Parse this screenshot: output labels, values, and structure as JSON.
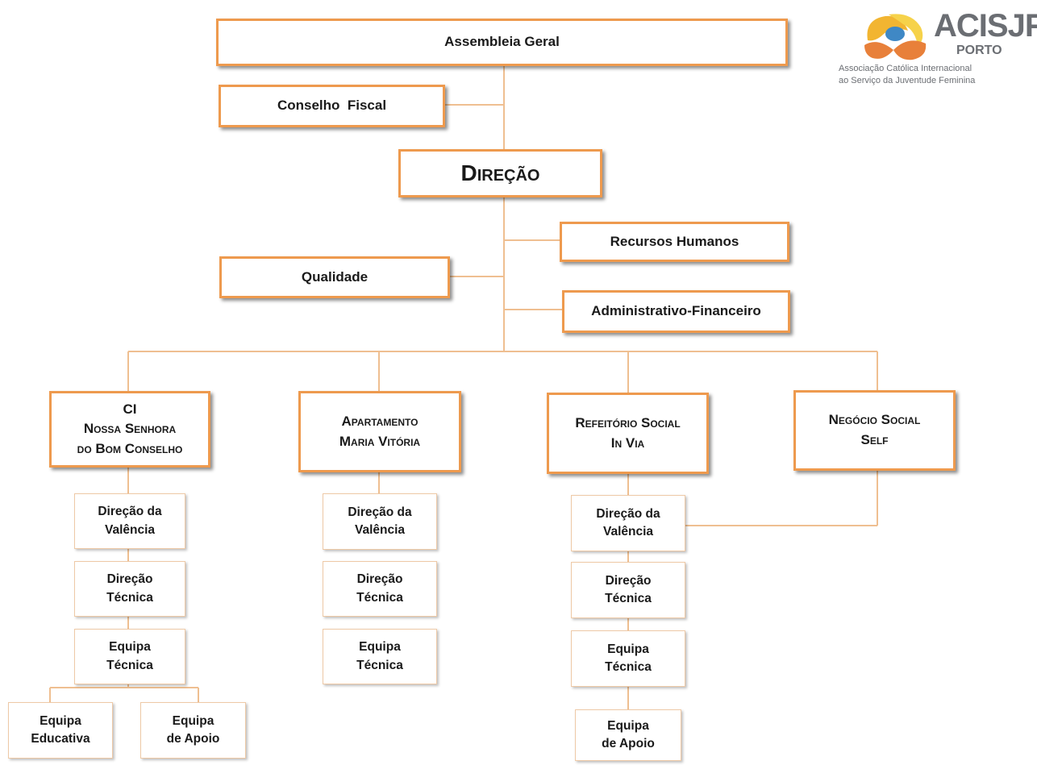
{
  "logo": {
    "name": "ACISJF",
    "city": "PORTO",
    "tagline1": "Associação Católica Internacional",
    "tagline2": "ao Serviço da Juventude Feminina"
  },
  "org": {
    "assembleia": "Assembleia Geral",
    "conselho": "Conselho  Fiscal",
    "direcao": "Direção",
    "rh": "Recursos Humanos",
    "qualidade": "Qualidade",
    "admin": "Administrativo-Financeiro"
  },
  "units": {
    "ci": {
      "line1": "CI",
      "line2": "Nossa Senhora",
      "line3": "do Bom Conselho"
    },
    "apartamento": {
      "line1": "Apartamento",
      "line2": "Maria Vitória"
    },
    "refeitorio": {
      "line1": "Refeitório Social",
      "line2": "In Via"
    },
    "negocio": {
      "line1": "Negócio Social",
      "line2": "Self"
    }
  },
  "sub": {
    "direcao_valencia": [
      "Direção da",
      "Valência"
    ],
    "direcao_tecnica": [
      "Direção",
      "Técnica"
    ],
    "equipa_tecnica": [
      "Equipa",
      "Técnica"
    ],
    "equipa_educativa": [
      "Equipa",
      "Educativa"
    ],
    "equipa_apoio": [
      "Equipa",
      "de Apoio"
    ]
  }
}
